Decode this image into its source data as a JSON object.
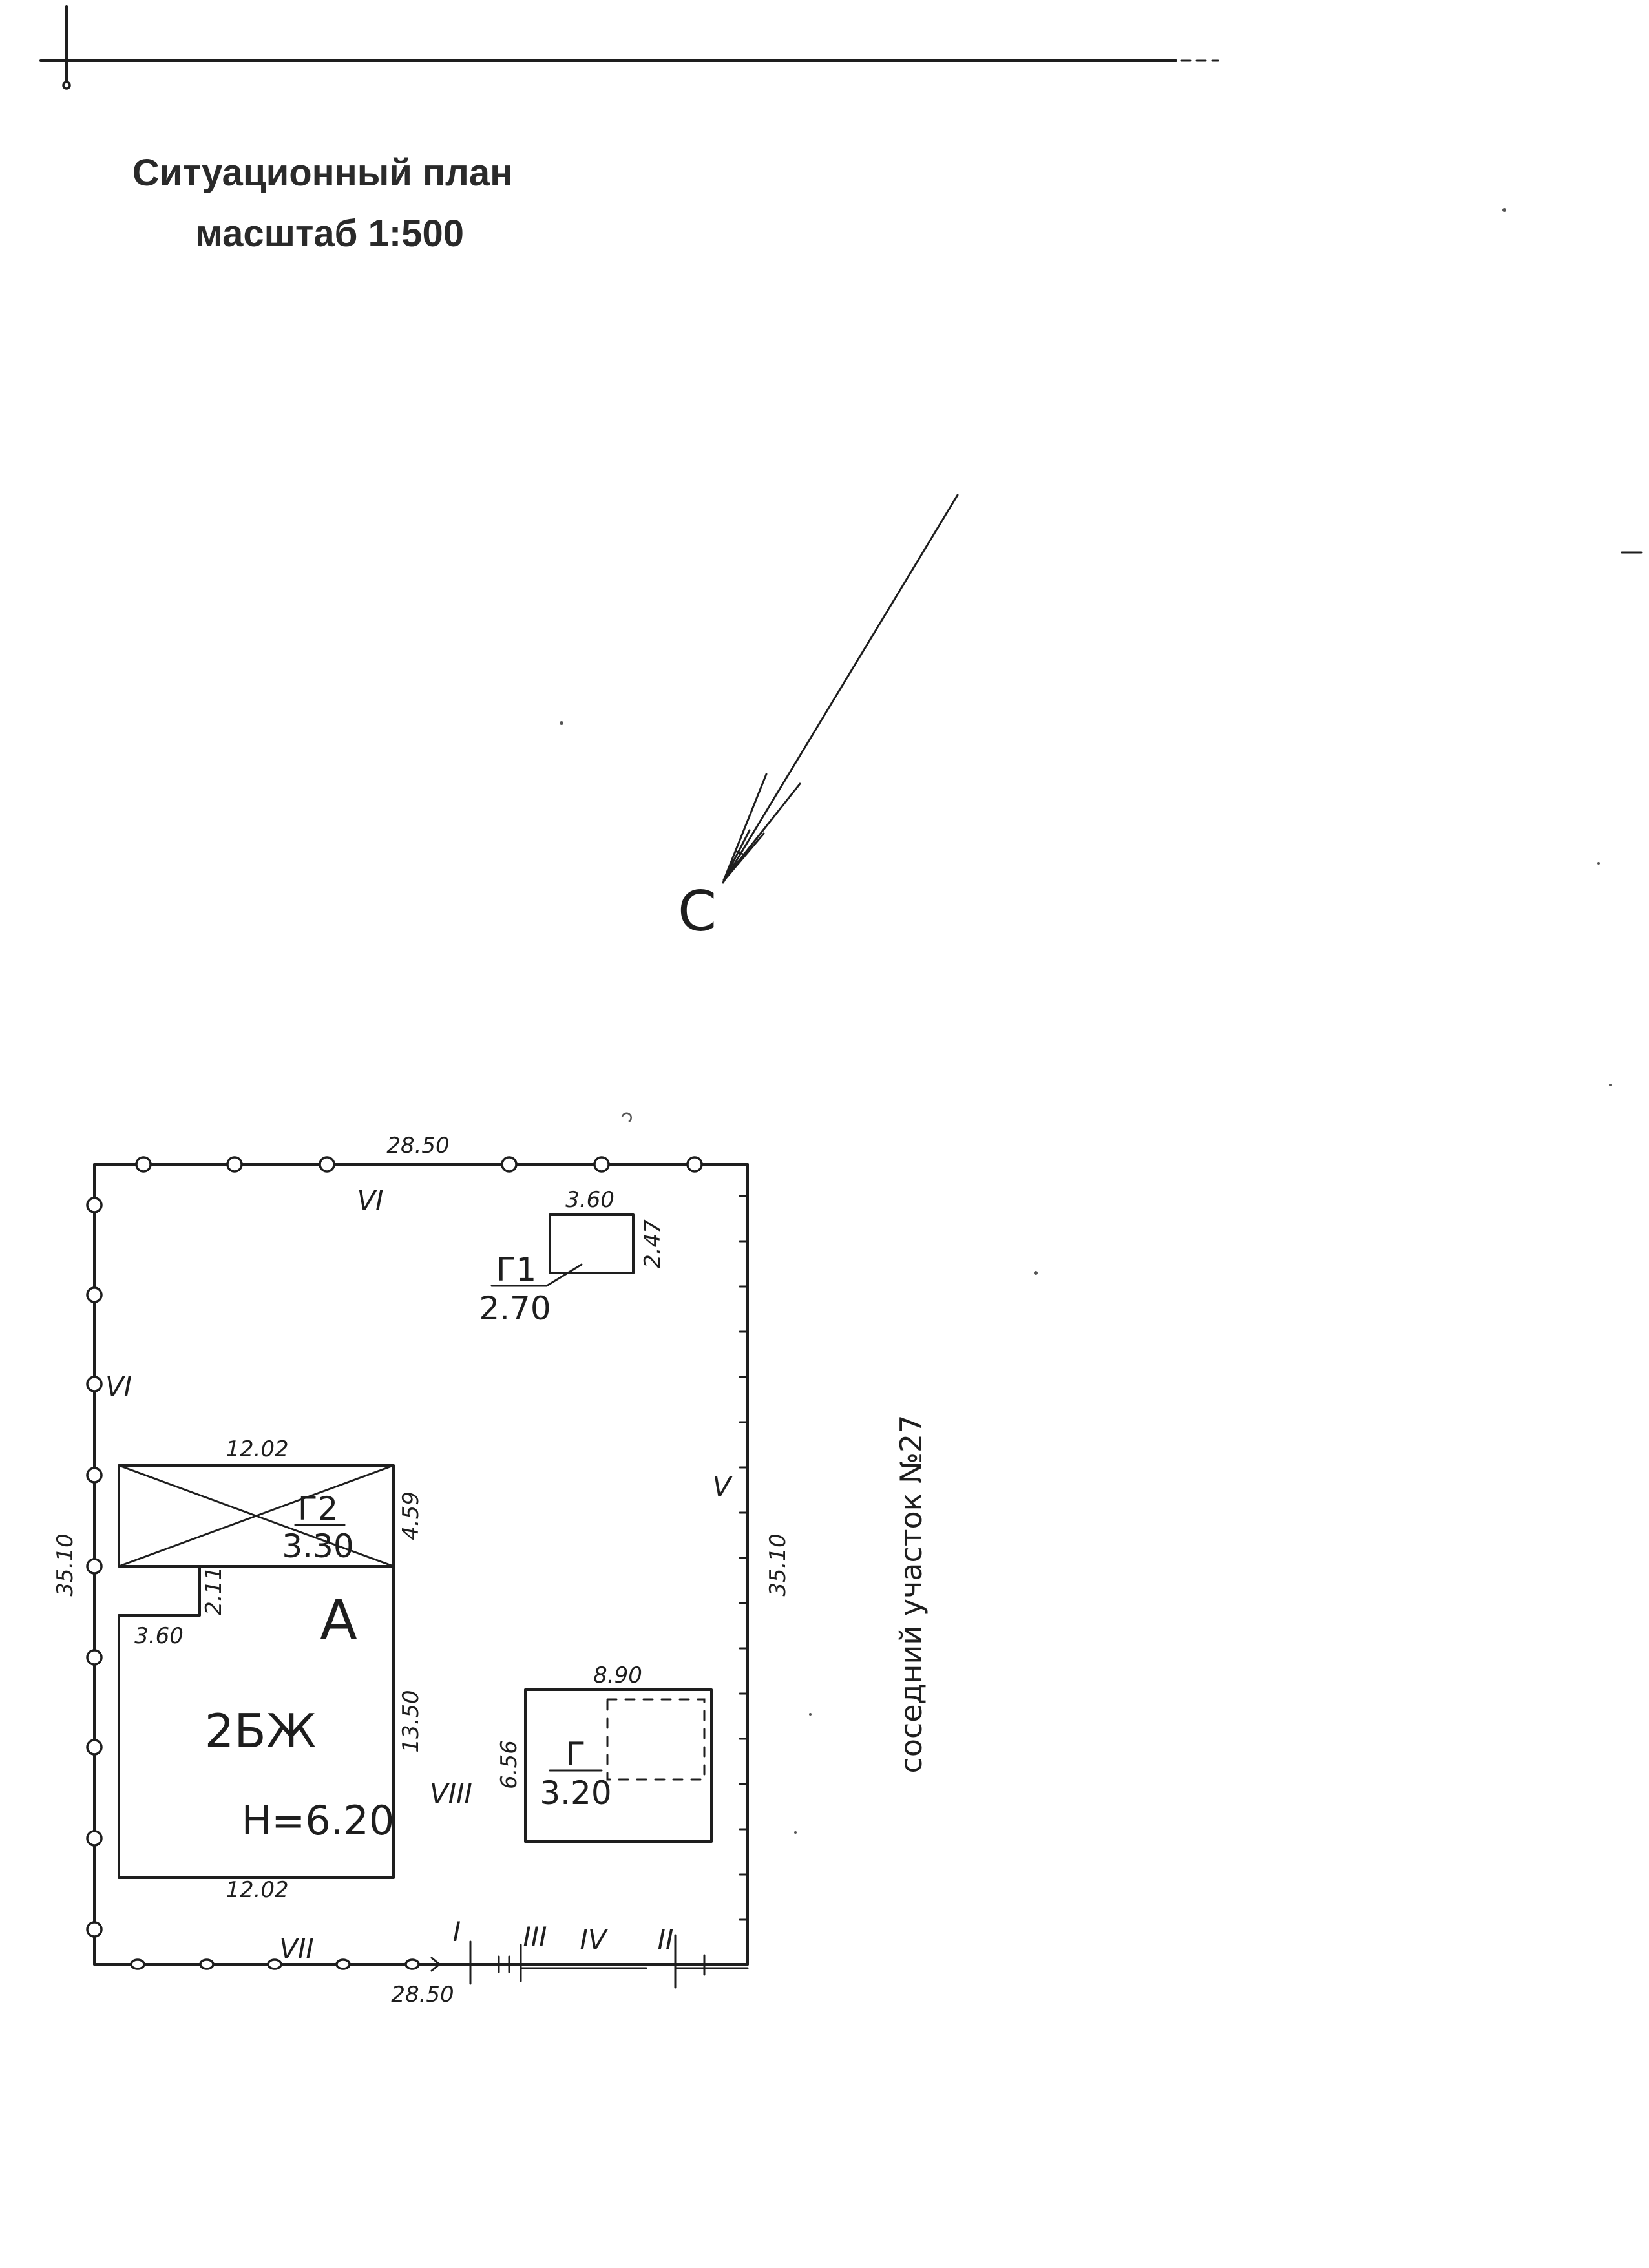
{
  "header": {
    "title": "Ситуационный план",
    "scale": "масштаб 1:500"
  },
  "north_arrow": {
    "label": "С"
  },
  "plot": {
    "dims": {
      "top": "28.50",
      "bottom": "28.50",
      "left": "35.10",
      "right": "35.10"
    },
    "boundary_labels": {
      "top": "VI",
      "left": "VI",
      "right": "V",
      "bottom": "VII",
      "bottom_1": "I",
      "bottom_3": "III",
      "bottom_4": "IV",
      "bottom_2": "II",
      "inner": "VIII"
    },
    "neighbor": "соседний участок №27"
  },
  "buildings": {
    "g1": {
      "name": "Г1",
      "height": "2.70",
      "width": "3.60",
      "depth": "2.47"
    },
    "g2": {
      "name": "Г2",
      "height": "3.30",
      "width": "12.02",
      "depth": "4.59"
    },
    "a": {
      "name": "А",
      "type": "2БЖ",
      "height": "Н=6.20",
      "width_bottom": "12.02",
      "depth": "13.50",
      "step_width": "3.60",
      "step_depth": "2.11"
    },
    "g": {
      "name": "Г",
      "height": "3.20",
      "width": "8.90",
      "depth": "6.56"
    }
  }
}
